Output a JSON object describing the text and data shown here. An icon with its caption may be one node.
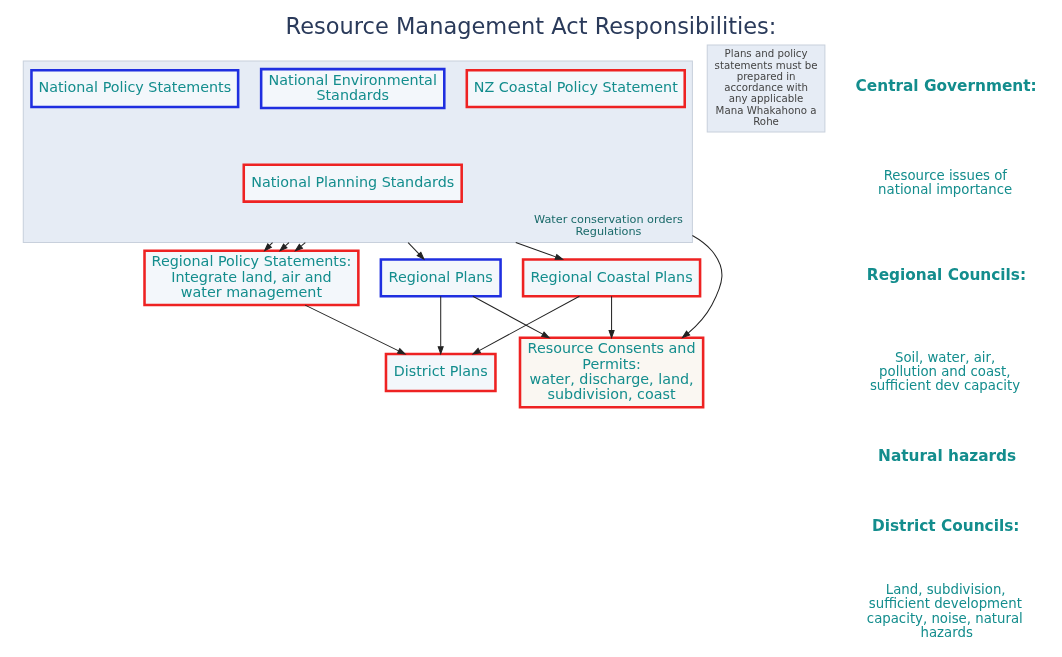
{
  "diagram": {
    "title": "Resource Management Act Responsibilities:",
    "nodes": [
      {
        "text": [
          "Water conservation orders",
          "Regulations"
        ]
      },
      {
        "text": [
          "National Environmental Standards"
        ],
        "in": 0
      },
      {
        "text": [
          "National Policy Statements"
        ],
        "in": 0
      },
      {
        "text": [
          "NZ Coastal Policy Statement"
        ],
        "in": 0
      },
      {
        "text": [
          "National Planning Standards"
        ],
        "in": 0
      },
      {
        "text": [
          "Regional Policy Statements:",
          "Integrate land, air and water management"
        ]
      },
      {
        "text": [
          "Regional Plans"
        ]
      },
      {
        "text": [
          "Regional Coastal Plans"
        ]
      },
      {
        "text": [
          "District Plans"
        ]
      },
      {
        "text": [
          "Resource Consents and Permits:",
          "water, discharge, land, subdivision, coast"
        ]
      },
      {
        "text": [
          "Plans and policy statements must be prepared in accordance with any applicable Mana Whakahono a Rohe"
        ]
      }
    ],
    "edges": [
      {
        "from": 0,
        "to": 9,
        "arrow": "to"
      },
      {
        "from": 0,
        "to": 6,
        "arrow": "to"
      },
      {
        "from": 0,
        "to": 5,
        "arrow": "to"
      },
      {
        "from": 0,
        "to": 5,
        "arrow": "to"
      },
      {
        "from": 0,
        "to": 5,
        "arrow": "to"
      },
      {
        "from": 0,
        "to": 7,
        "arrow": "to"
      },
      {
        "from": 6,
        "to": 9,
        "arrow": "to"
      },
      {
        "from": 6,
        "to": 8,
        "arrow": "to"
      },
      {
        "from": 5,
        "to": 8,
        "arrow": "to"
      },
      {
        "from": 7,
        "to": 8,
        "arrow": "to"
      },
      {
        "from": 7,
        "to": 9,
        "arrow": "to"
      }
    ],
    "labels": [
      "Central Government:",
      "Resource issues of national importance",
      "Regional Councils:",
      "Soil, water, air, pollution and coast, sufficient dev capacity",
      "Natural hazards",
      "District Councils:",
      "Land, subdivision, sufficient development capacity, noise, natural hazards"
    ]
  }
}
